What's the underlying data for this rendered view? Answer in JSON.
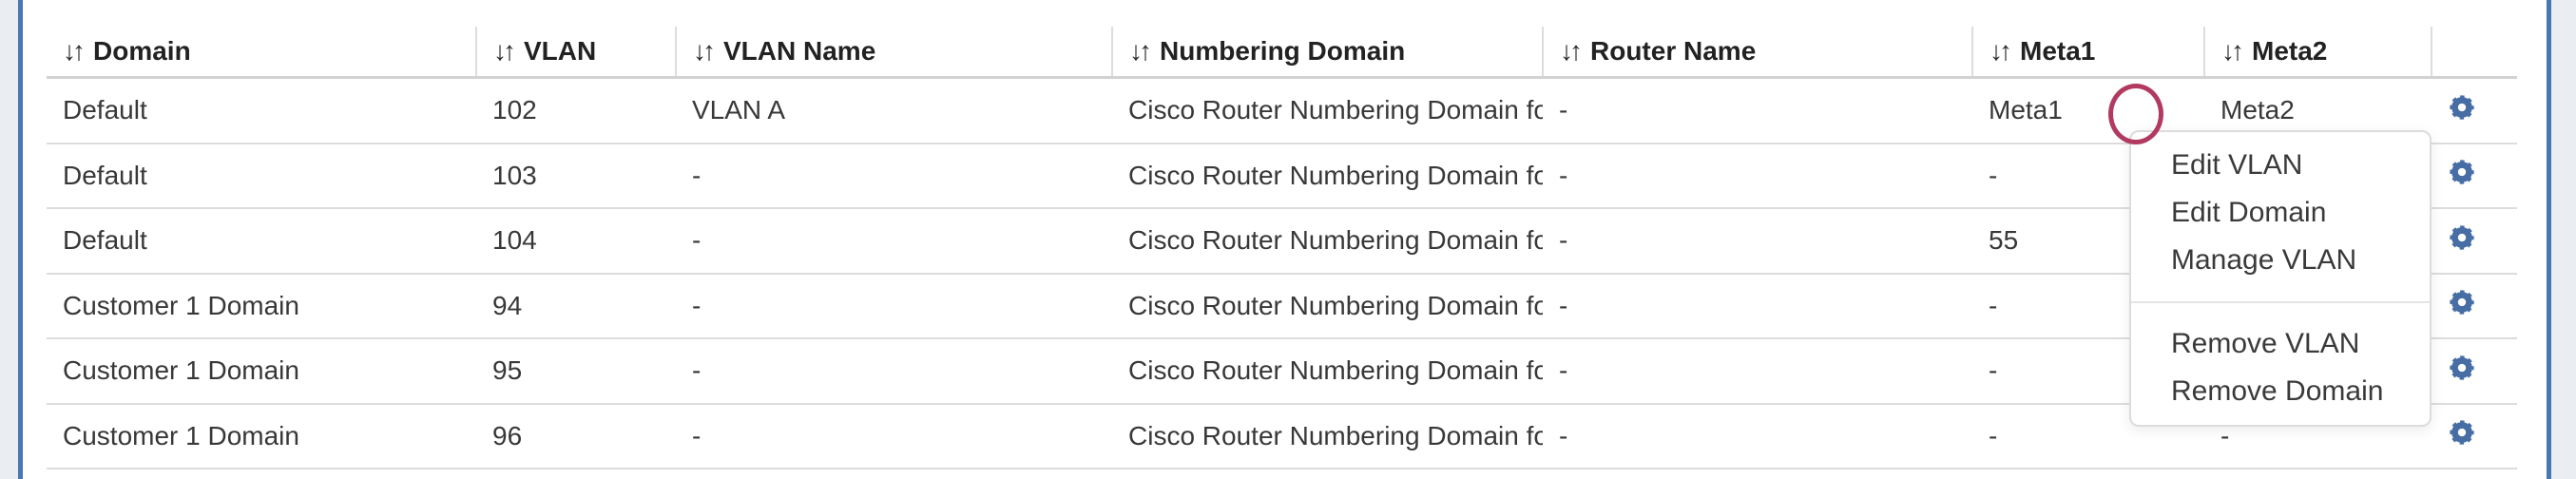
{
  "table": {
    "sort_icon": "↓↑",
    "columns": [
      {
        "key": "domain",
        "label": "Domain",
        "sortable": true
      },
      {
        "key": "vlan",
        "label": "VLAN",
        "sortable": true
      },
      {
        "key": "vlan_name",
        "label": "VLAN Name",
        "sortable": true
      },
      {
        "key": "numbering_domain",
        "label": "Numbering Domain",
        "sortable": true
      },
      {
        "key": "router_name",
        "label": "Router Name",
        "sortable": true
      },
      {
        "key": "meta1",
        "label": "Meta1",
        "sortable": true
      },
      {
        "key": "meta2",
        "label": "Meta2",
        "sortable": true
      },
      {
        "key": "actions",
        "label": "",
        "sortable": false
      }
    ],
    "rows": [
      {
        "domain": "Default",
        "vlan": "102",
        "vlan_name": "VLAN A",
        "numbering_domain": "Cisco Router Numbering Domain for ...",
        "router_name": "-",
        "meta1": "Meta1",
        "meta2": "Meta2"
      },
      {
        "domain": "Default",
        "vlan": "103",
        "vlan_name": "-",
        "numbering_domain": "Cisco Router Numbering Domain for ...",
        "router_name": "-",
        "meta1": "-",
        "meta2": ""
      },
      {
        "domain": "Default",
        "vlan": "104",
        "vlan_name": "-",
        "numbering_domain": "Cisco Router Numbering Domain for ...",
        "router_name": "-",
        "meta1": "55",
        "meta2": ""
      },
      {
        "domain": "Customer 1 Domain",
        "vlan": "94",
        "vlan_name": "-",
        "numbering_domain": "Cisco Router Numbering Domain for ...",
        "router_name": "-",
        "meta1": "-",
        "meta2": ""
      },
      {
        "domain": "Customer 1 Domain",
        "vlan": "95",
        "vlan_name": "-",
        "numbering_domain": "Cisco Router Numbering Domain for ...",
        "router_name": "-",
        "meta1": "-",
        "meta2": ""
      },
      {
        "domain": "Customer 1 Domain",
        "vlan": "96",
        "vlan_name": "-",
        "numbering_domain": "Cisco Router Numbering Domain for ...",
        "router_name": "-",
        "meta1": "-",
        "meta2": "-"
      }
    ],
    "row_action_icon": "gear"
  },
  "context_menu": {
    "sections": [
      {
        "items": [
          "Edit VLAN",
          "Edit Domain",
          "Manage VLAN"
        ]
      },
      {
        "items": [
          "Remove VLAN",
          "Remove Domain"
        ]
      }
    ]
  },
  "annotation": {
    "shape": "ellipse",
    "color": "#b23a60"
  },
  "colors": {
    "panel_border": "#4678b2",
    "gear_icon": "#466ea5",
    "annotation": "#b23a60",
    "row_divider": "#dcdcdc",
    "outside_background": "#eaeef2"
  }
}
